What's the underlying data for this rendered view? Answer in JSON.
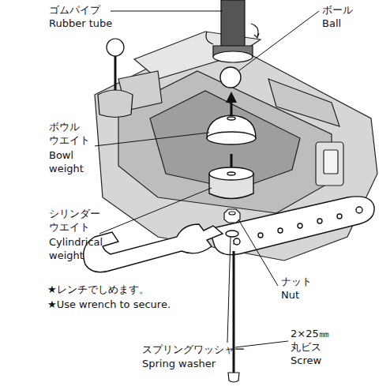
{
  "diagram": {
    "labels": [
      "ゴムパイプ",
      "Rubber tube",
      "ボール",
      "Ball",
      "ボウル ウエイト",
      "Bowl weight",
      "シリンダー ウエイト",
      "Cylindrical weight",
      "★レンチでしめます。",
      "★Use wrench to secure.",
      "ナット",
      "Nut",
      "2×25㎜ 丸ビス",
      "Screw",
      "スプリングワッシャー",
      "Spring washer"
    ]
  }
}
